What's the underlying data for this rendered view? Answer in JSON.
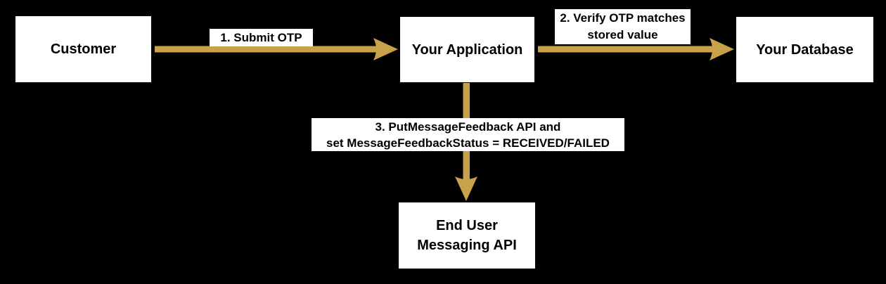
{
  "colors": {
    "background": "#000000",
    "node_fill": "#FFFFFF",
    "node_border": "#000000",
    "arrow": "#C8A24A",
    "text": "#000000"
  },
  "diagram": {
    "type": "flowchart",
    "nodes": [
      {
        "id": "customer",
        "label": "Customer"
      },
      {
        "id": "your-application",
        "label": "Your Application"
      },
      {
        "id": "your-database",
        "label": "Your Database"
      },
      {
        "id": "end-user-messaging-api",
        "lines": [
          "End User",
          "Messaging API"
        ]
      }
    ],
    "edges": [
      {
        "from": "customer",
        "to": "your-application",
        "direction": "right",
        "lines": [
          "1. Submit OTP"
        ]
      },
      {
        "from": "your-application",
        "to": "your-database",
        "direction": "right",
        "lines": [
          "2. Verify OTP matches",
          "stored value"
        ]
      },
      {
        "from": "your-application",
        "to": "end-user-messaging-api",
        "direction": "down",
        "lines": [
          "3. PutMessageFeedback API and",
          "set MessageFeedbackStatus = RECEIVED/FAILED"
        ]
      }
    ]
  }
}
